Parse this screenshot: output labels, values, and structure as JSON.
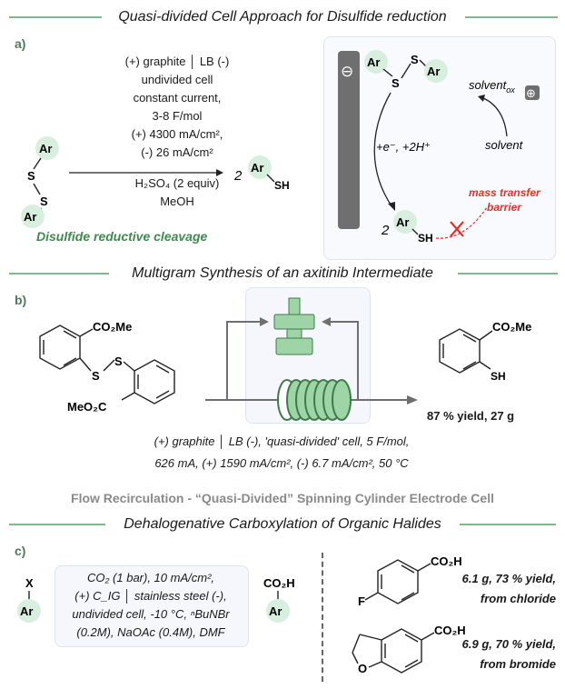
{
  "header1": "Quasi-divided Cell Approach for Disulfide reduction",
  "header2": "Multigram Synthesis of an axitinib Intermediate",
  "header3": "Dehalogenative Carboxylation of Organic Halides",
  "section_a": {
    "label": "a)",
    "cond_lines": [
      "(+) graphite │ LB (-)",
      "undivided cell",
      "constant current,",
      "3-8 F/mol",
      "(+) 4300 mA/cm²,",
      "(-) 26 mA/cm²"
    ],
    "reagent_lines": [
      "H₂SO₄ (2 equiv)",
      "MeOH"
    ],
    "caption": "Disulfide reductive cleavage",
    "ar": "Ar",
    "s": "S",
    "product_coef": "2",
    "sh": "SH",
    "mech": {
      "minus": "⊖",
      "plus": "⊕",
      "electrons": "+e⁻, +2H⁺",
      "solvent_ox": "solvent",
      "solvent_ox_sub": "ox",
      "solvent": "solvent",
      "barrier_1": "mass transfer",
      "barrier_2": "barrier",
      "coef": "2"
    }
  },
  "section_b": {
    "label": "b)",
    "sm_top": "CO₂Me",
    "sm_bottom": "MeO₂C",
    "s": "S",
    "product_top": "CO₂Me",
    "product_sh": "SH",
    "yield": "87 % yield, 27 g",
    "cond_line1": "(+) graphite │ LB (-), 'quasi-divided' cell, 5 F/mol,",
    "cond_line2": "626 mA, (+) 1590 mA/cm², (-) 6.7 mA/cm², 50 °C",
    "caption": "Flow Recirculation - “Quasi-Divided” Spinning Cylinder Electrode Cell"
  },
  "section_c": {
    "label": "c)",
    "x": "X",
    "ar": "Ar",
    "co2h": "CO₂H",
    "cond_lines": [
      "CO₂ (1 bar), 10 mA/cm²,",
      "(+) C_IG │ stainless steel (-),",
      "undivided cell, -10 °C, ⁿBuNBr",
      "(0.2M), NaOAc (0.4M), DMF"
    ],
    "f": "F",
    "o": "O",
    "ex1_acid": "CO₂H",
    "ex2_acid": "CO₂H",
    "ex1_yield_1": "6.1 g, 73 % yield,",
    "ex1_yield_2": "from chloride",
    "ex2_yield_1": "6.9 g, 70 % yield,",
    "ex2_yield_2": "from bromide"
  },
  "colors": {
    "accent_green": "#7fb98c",
    "caption_green": "#3f8a4f",
    "barrier_red": "#e0322b",
    "electrode_gray": "#6f6f6f",
    "highlight": "#d8efdf"
  }
}
